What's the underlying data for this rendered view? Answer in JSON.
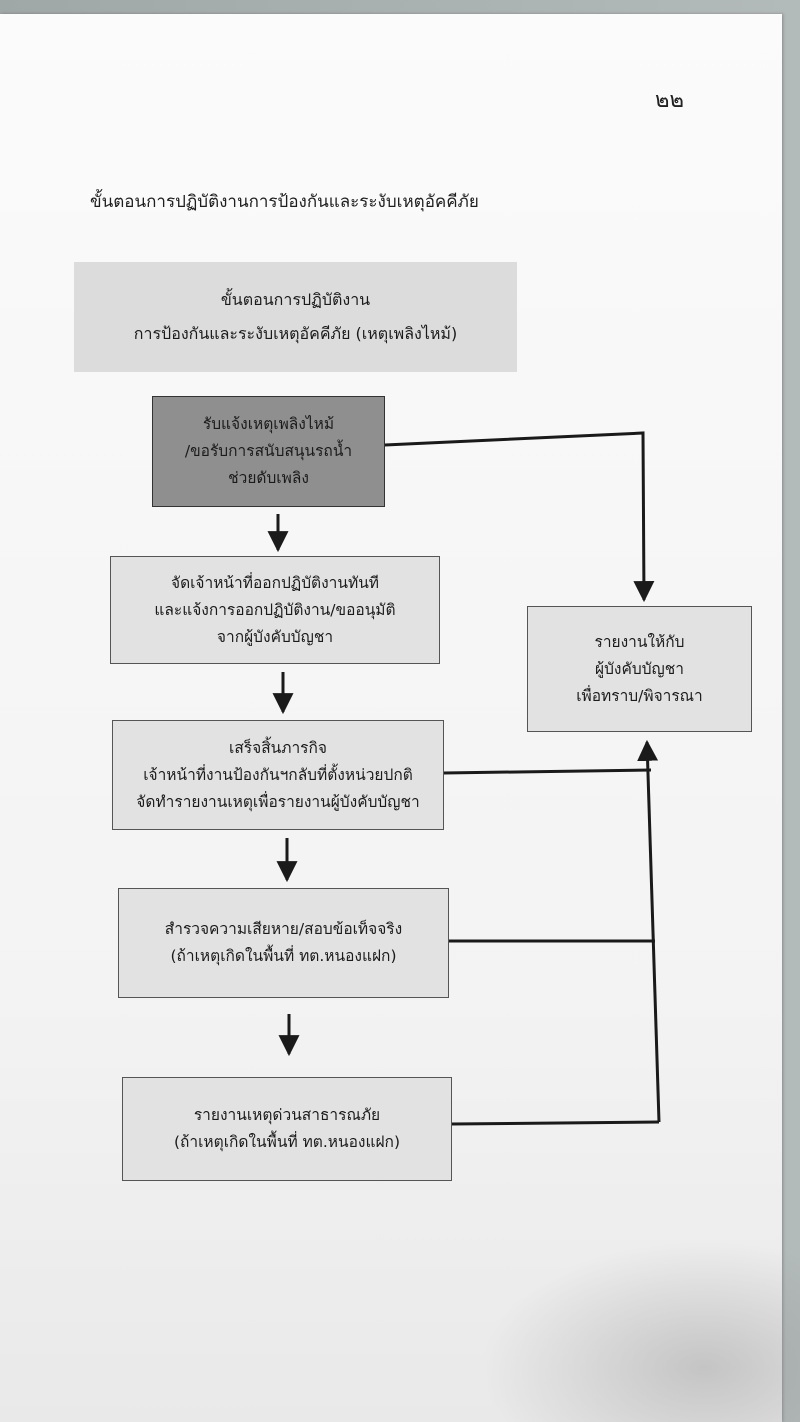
{
  "page_number": "๒๒",
  "page_title": "ขั้นตอนการปฏิบัติงานการป้องกันและระงับเหตุอัคคีภัย",
  "header_box": {
    "lines": [
      "ขั้นตอนการปฏิบัติงาน",
      "การป้องกันและระงับเหตุอัคคีภัย (เหตุเพลิงไหม้)"
    ]
  },
  "steps": [
    {
      "id": "s1",
      "lines": [
        "รับแจ้งเหตุเพลิงไหม้",
        "/ขอรับการสนับสนุนรถน้ำ",
        "ช่วยดับเพลิง"
      ]
    },
    {
      "id": "s2",
      "lines": [
        "จัดเจ้าหน้าที่ออกปฏิบัติงานทันที",
        "และแจ้งการออกปฏิบัติงาน/ขออนุมัติ",
        "จากผู้บังคับบัญชา"
      ]
    },
    {
      "id": "s3",
      "lines": [
        "เสร็จสิ้นภารกิจ",
        "เจ้าหน้าที่งานป้องกันฯกลับที่ตั้งหน่วยปกติ",
        "จัดทำรายงานเหตุเพื่อรายงานผู้บังคับบัญชา"
      ]
    },
    {
      "id": "s4",
      "lines": [
        "สำรวจความเสียหาย/สอบข้อเท็จจริง",
        "(ถ้าเหตุเกิดในพื้นที่ ทต.หนองแฝก)"
      ]
    },
    {
      "id": "s5",
      "lines": [
        "รายงานเหตุด่วนสาธารณภัย",
        "(ถ้าเหตุเกิดในพื้นที่ ทต.หนองแฝก)"
      ]
    }
  ],
  "report_box": {
    "lines": [
      "รายงานให้กับ",
      "ผู้บังคับบัญชา",
      "เพื่อทราบ/พิจารณา"
    ]
  }
}
